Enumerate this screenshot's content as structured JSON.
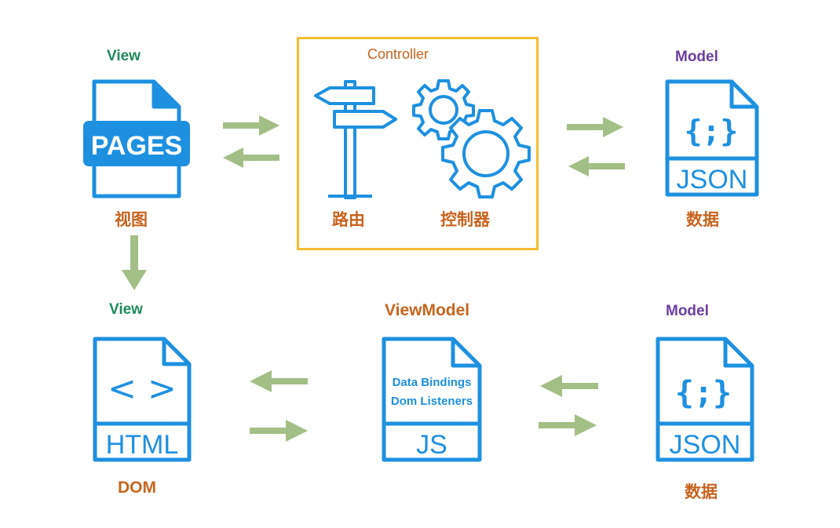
{
  "top": {
    "view": {
      "role": "View",
      "file_text": "PAGES",
      "caption": "视图"
    },
    "controller": {
      "role": "Controller",
      "router_caption": "路由",
      "controller_caption": "控制器"
    },
    "model": {
      "role": "Model",
      "braces": "{;}",
      "file_text": "JSON",
      "caption": "数据"
    }
  },
  "bottom": {
    "view": {
      "role": "View",
      "file_text": "HTML",
      "code": "< >",
      "caption": "DOM"
    },
    "viewmodel": {
      "role": "ViewModel",
      "line1": "Data Bindings",
      "line2": "Dom Listeners",
      "file_text": "JS"
    },
    "model": {
      "role": "Model",
      "braces": "{;}",
      "file_text": "JSON",
      "caption": "数据"
    }
  },
  "colors": {
    "icon_blue": "#1e90e0",
    "arrow_green": "#a3bf86",
    "box_yellow": "#f3bd2e",
    "label_green": "#1f8a5c",
    "label_purple": "#6b3fa0",
    "label_orange": "#c8641e"
  }
}
